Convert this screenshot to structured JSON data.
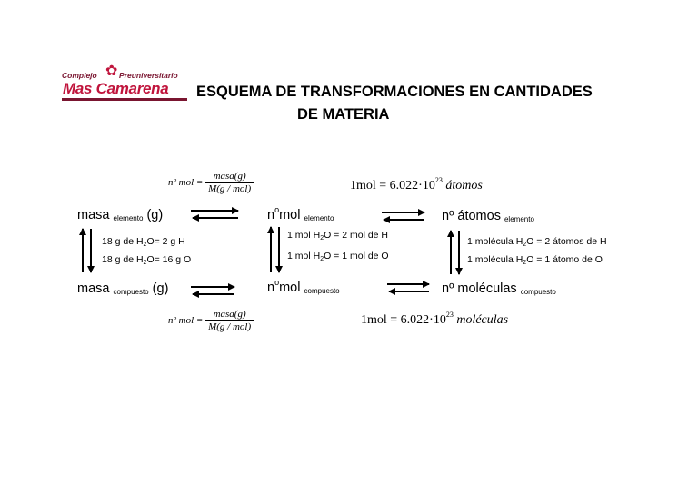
{
  "logo": {
    "word1": "Complejo",
    "word2": "Preuniversitario",
    "name": "Mas Camarena",
    "flower_icon": "flower-icon"
  },
  "title": {
    "line1": "ESQUEMA DE TRANSFORMACIONES EN CANTIDADES",
    "line2": "DE MATERIA"
  },
  "formulas": {
    "nmol_lhs": "nº mol =",
    "masa_num": "masa(g)",
    "masa_den": "M(g / mol)",
    "avogadro_atoms_lhs": "1mol = 6.022·10",
    "avogadro_atoms_exp": "23",
    "avogadro_atoms_unit": "átomos",
    "avogadro_molec_lhs": "1mol = 6.022·10",
    "avogadro_molec_exp": "23",
    "avogadro_molec_unit": "moléculas"
  },
  "nodes": {
    "masa_elem": {
      "main": "masa",
      "sub": "elemento",
      "suffix": "(g)"
    },
    "nmol_elem": {
      "main": "n",
      "sup": "o",
      "main2": "mol",
      "sub": "elemento"
    },
    "natomos_elem": {
      "main": "nº átomos",
      "sub": "elemento"
    },
    "masa_comp": {
      "main": "masa",
      "sub": "compuesto",
      "suffix": "(g)"
    },
    "nmol_comp": {
      "main": "n",
      "sup": "o",
      "main2": "mol",
      "sub": "compuesto"
    },
    "nmolec_comp": {
      "main": "nº moléculas",
      "sub": "compuesto"
    }
  },
  "relations": {
    "masa_1": {
      "a": "18 g de H",
      "sub": "2",
      "b": "O= 2 g H"
    },
    "masa_2": {
      "a": "18 g de H",
      "sub": "2",
      "b": "O= 16 g O"
    },
    "mol_1": {
      "a": "1 mol H",
      "sub": "2",
      "b": "O = 2 mol de H"
    },
    "mol_2": {
      "a": "1 mol H",
      "sub": "2",
      "b": "O = 1 mol de O"
    },
    "at_1": {
      "a": "1 molécula H",
      "sub": "2",
      "b": "O = 2 átomos de H"
    },
    "at_2": {
      "a": "1 molécula H",
      "sub": "2",
      "b": "O = 1 átomo de O"
    }
  }
}
